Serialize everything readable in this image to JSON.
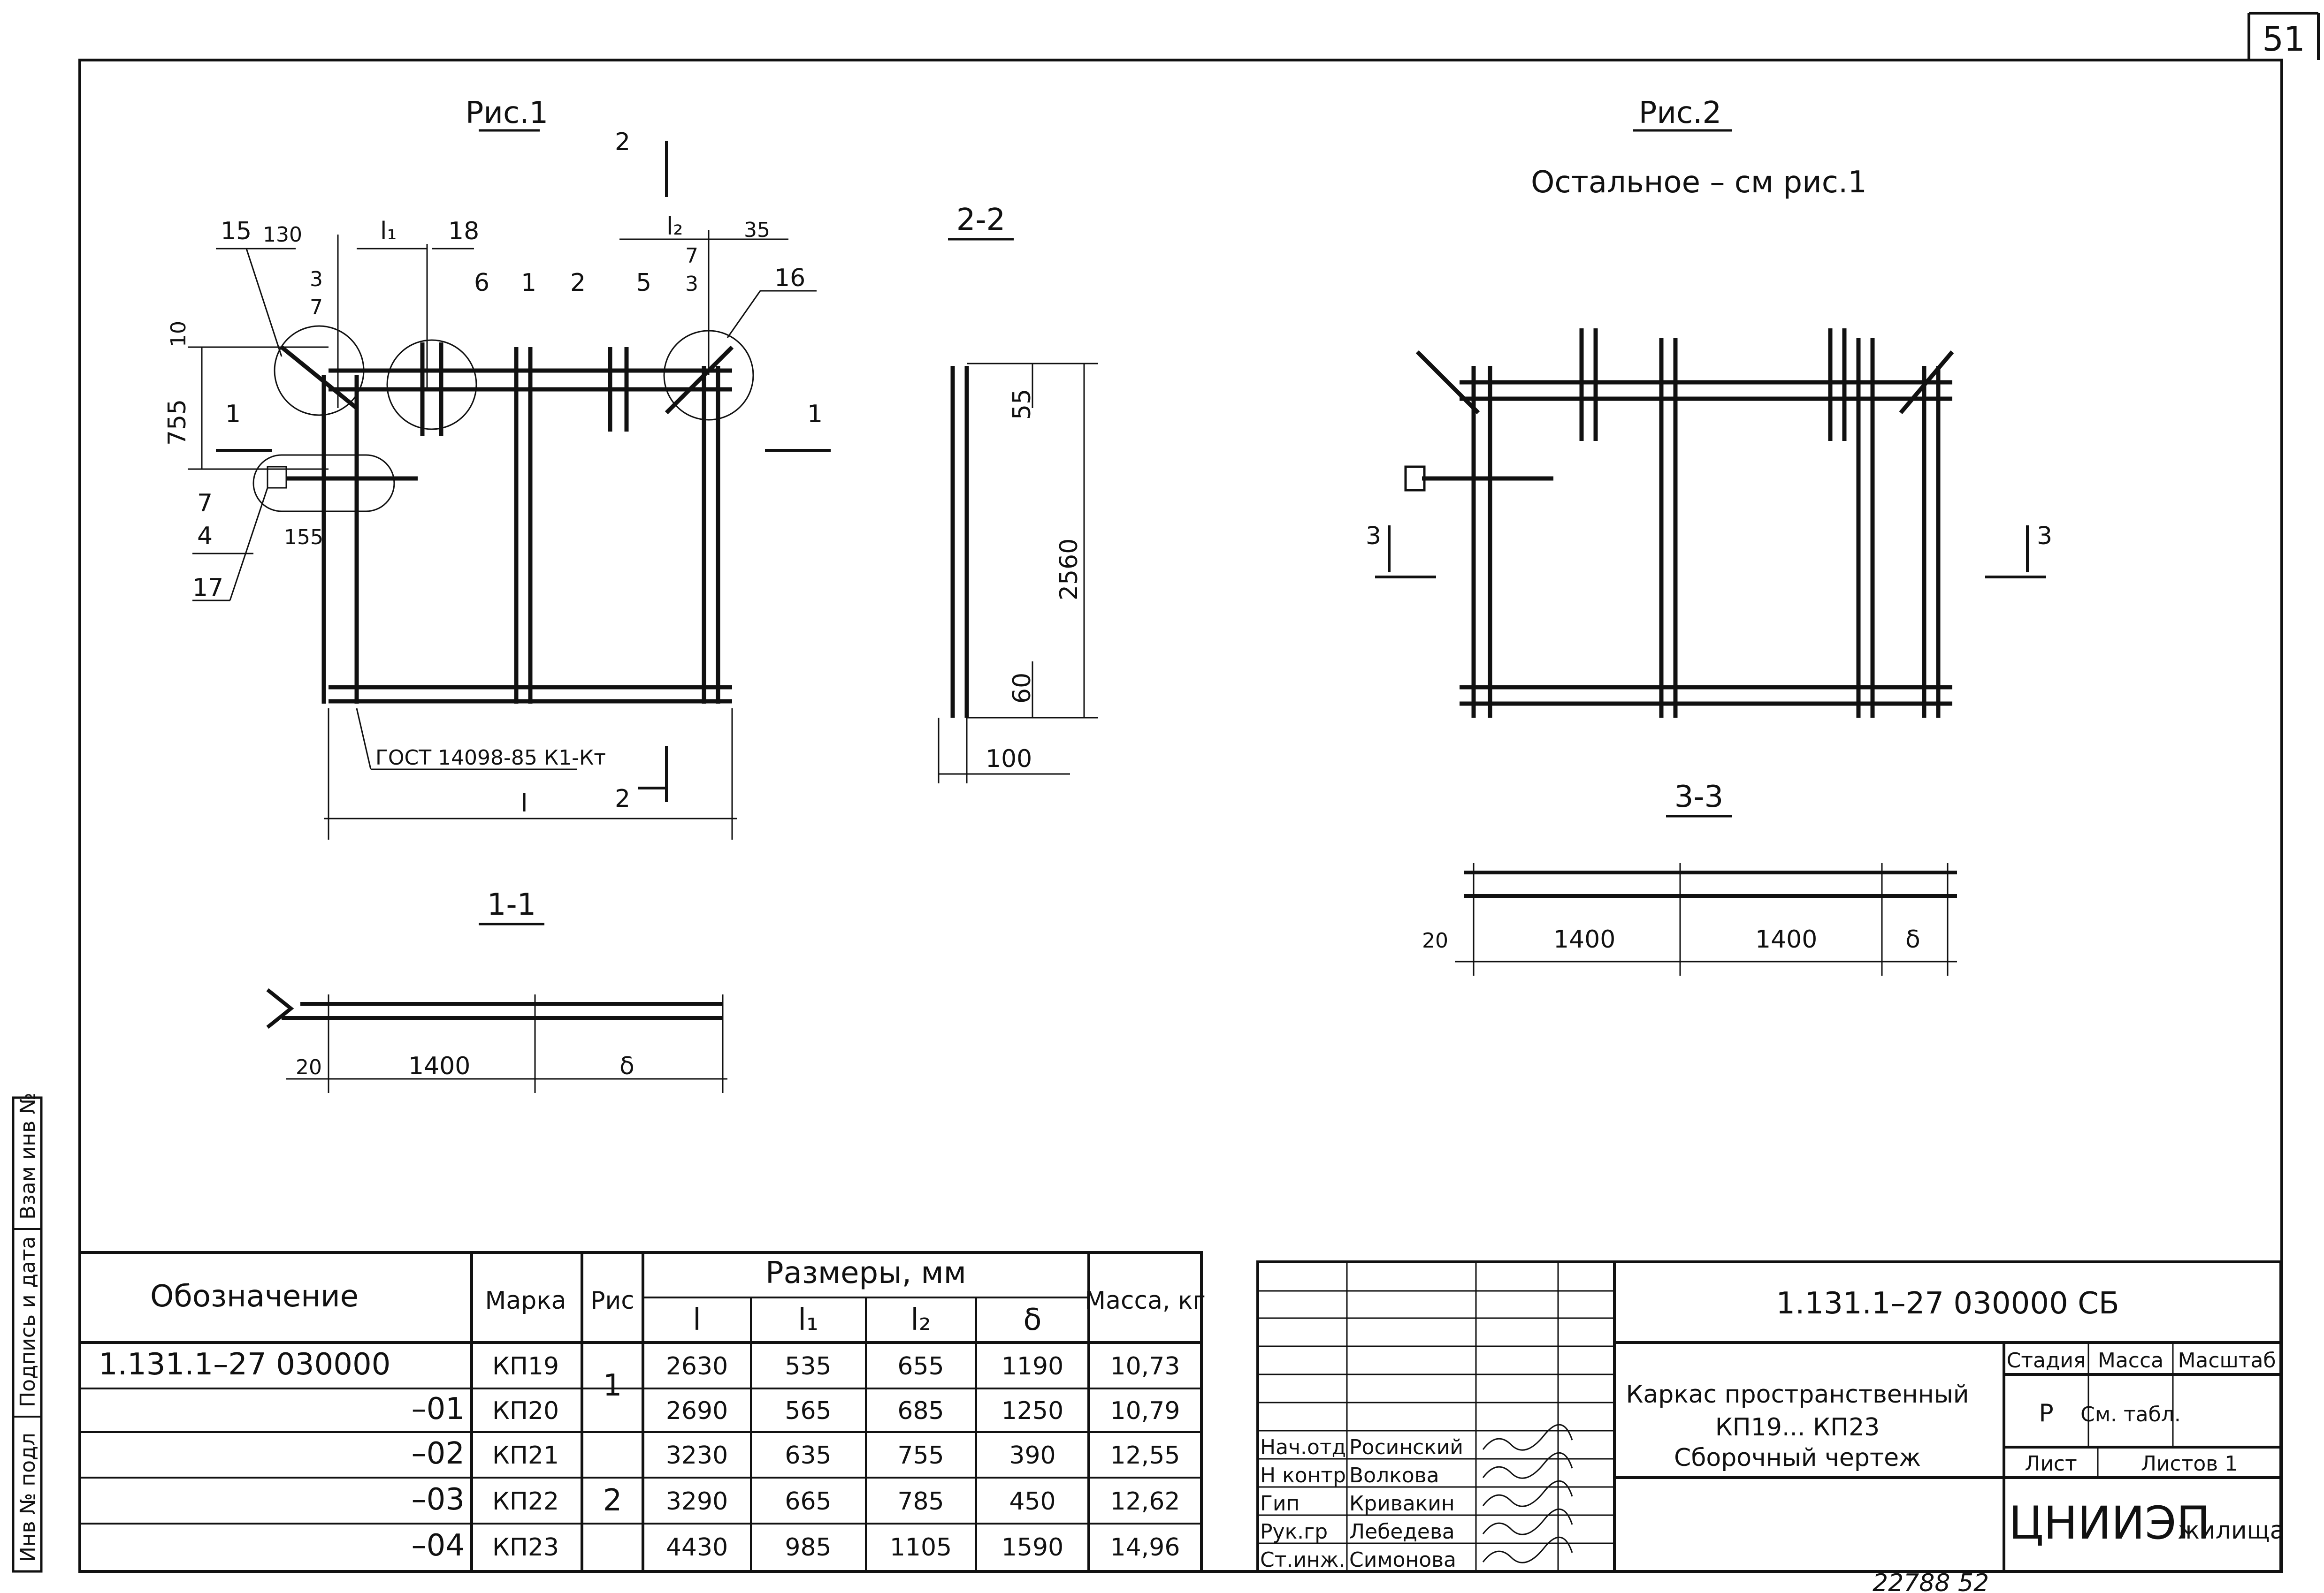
{
  "sheet_number": "51",
  "bottom_note": "22788  52",
  "fig1": {
    "title": "Рис.1",
    "callouts": [
      "15",
      "130",
      "l₁",
      "18",
      "6",
      "1",
      "2",
      "5",
      "l₂",
      "35",
      "16"
    ],
    "frac_3_7": "3",
    "frac_3_7_den": "7",
    "frac_7_3": "7",
    "frac_7_3_den": "3",
    "dim_10": "10",
    "dim_755": "755",
    "dim_155": "155",
    "frac_7_4": "7",
    "frac_7_4_den": "4",
    "callout_17": "17",
    "section_mark": "1",
    "cut_2": "2",
    "gost_note": "ГОСТ 14098-85 К1-Кт",
    "dim_l": "l"
  },
  "sec22": {
    "title": "2-2",
    "dim_55": "55",
    "dim_2560": "2560",
    "dim_60": "60",
    "dim_100": "100"
  },
  "sec11": {
    "title": "1-1",
    "dim_20": "20",
    "dim_1400": "1400",
    "dim_delta": "δ"
  },
  "fig2": {
    "title": "Рис.2",
    "subtitle": "Остальное – см рис.1",
    "section_mark": "3"
  },
  "sec33": {
    "title": "3-3",
    "dim_20": "20",
    "dim_1400a": "1400",
    "dim_1400b": "1400",
    "dim_delta": "δ"
  },
  "side_stamp": [
    "Инв № подл",
    "Подпись и дата",
    "Взам инв №"
  ],
  "spec_table": {
    "headers": {
      "designation": "Обозначение",
      "mark": "Марка",
      "fig": "Рис",
      "sizes": "Размеры, мм",
      "l": "l",
      "l1": "l₁",
      "l2": "l₂",
      "delta": "δ",
      "mass": "Масса, кг"
    },
    "rows": [
      {
        "designation": "1.131.1–27  030000",
        "mark": "КП19",
        "l": "2630",
        "l1": "535",
        "l2": "655",
        "delta": "1190",
        "mass": "10,73"
      },
      {
        "designation": "–01",
        "mark": "КП20",
        "l": "2690",
        "l1": "565",
        "l2": "685",
        "delta": "1250",
        "mass": "10,79"
      },
      {
        "designation": "–02",
        "mark": "КП21",
        "l": "3230",
        "l1": "635",
        "l2": "755",
        "delta": "390",
        "mass": "12,55"
      },
      {
        "designation": "–03",
        "mark": "КП22",
        "l": "3290",
        "l1": "665",
        "l2": "785",
        "delta": "450",
        "mass": "12,62"
      },
      {
        "designation": "–04",
        "mark": "КП23",
        "l": "4430",
        "l1": "985",
        "l2": "1105",
        "delta": "1590",
        "mass": "14,96"
      }
    ],
    "fig_groups": [
      "1",
      "2"
    ]
  },
  "title_block": {
    "code": "1.131.1–27  030000 СБ",
    "name_line1": "Каркас пространственный",
    "name_line2": "КП19... КП23",
    "name_line3": "Сборочный чертеж",
    "stage_label": "Стадия",
    "mass_label": "Масса",
    "scale_label": "Масштаб",
    "stage_value": "Р",
    "mass_value": "См. табл.",
    "sheet_label": "Лист",
    "sheets_label": "Листов 1",
    "org": "ЦНИИЭП",
    "org_suffix": "жилища",
    "people": [
      {
        "role": "Нач.отд",
        "name": "Росинский"
      },
      {
        "role": "Н контр",
        "name": "Волкова"
      },
      {
        "role": "Гип",
        "name": "Кривакин"
      },
      {
        "role": "Рук.гр",
        "name": "Лебедева"
      },
      {
        "role": "Ст.инж.",
        "name": "Симонова"
      }
    ]
  }
}
